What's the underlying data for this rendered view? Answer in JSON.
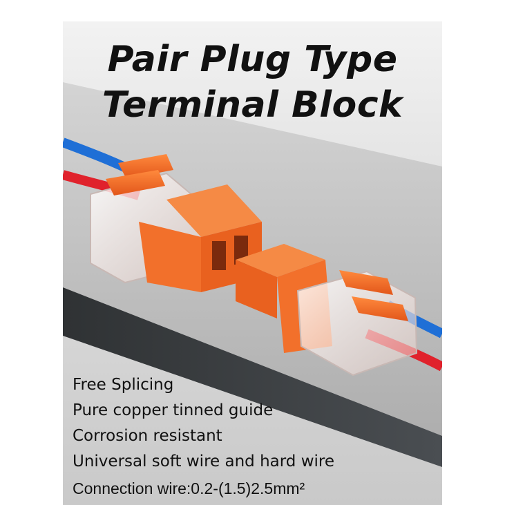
{
  "headline": {
    "line1": "Pair Plug Type",
    "line2": "Terminal Block"
  },
  "features": [
    "Free Splicing",
    "Pure copper tinned guide",
    "Corrosion resistant",
    "Universal soft wire and hard wire",
    "Connection wire:0.2-(1.5)2.5mm²"
  ],
  "colors": {
    "connector_orange": "#f26d25",
    "wire_blue": "#1f6fd6",
    "wire_red": "#e0222c",
    "band_gray": "#bdbdbd",
    "band_dark": "#3f4346"
  }
}
